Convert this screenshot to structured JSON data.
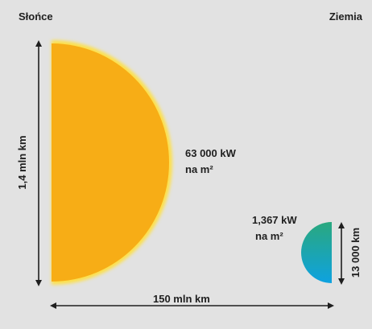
{
  "labels": {
    "sun": "Słońce",
    "earth": "Ziemia"
  },
  "sun": {
    "diameter": "1,4 mln km",
    "flux_value": "63 000 kW",
    "flux_unit": "na m²",
    "colors": {
      "core": "#f7ad16",
      "edge": "#fde048"
    }
  },
  "earth": {
    "diameter": "13 000 km",
    "flux_value": "1,367 kW",
    "flux_unit": "na m²",
    "colors": {
      "top": "#2aa87e",
      "bottom": "#0ea2e0"
    }
  },
  "distance": "150 mln km",
  "colors": {
    "background": "#e2e2e2",
    "arrows": "#1f1f1f"
  }
}
